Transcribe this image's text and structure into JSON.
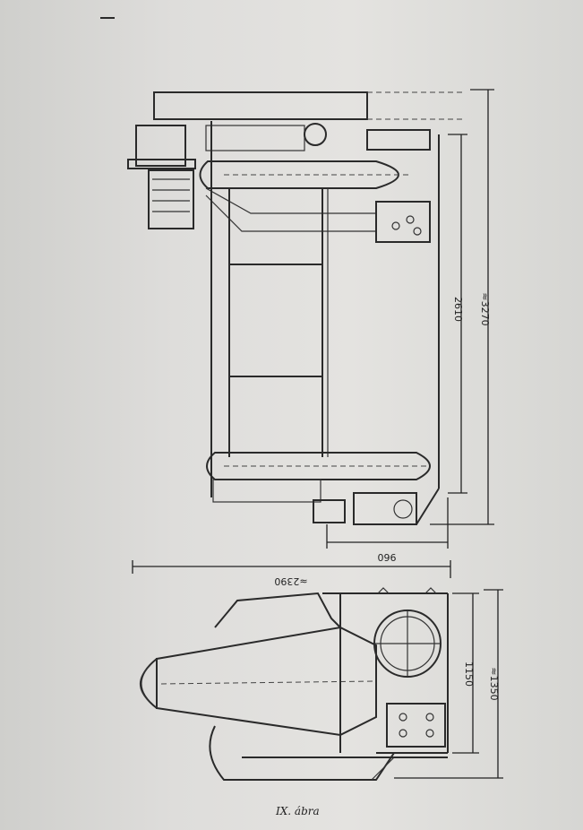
{
  "caption": "IX. ábra",
  "dimensions": {
    "top_view_length": "2610",
    "top_view_overall": "≈3270",
    "top_view_width": "960",
    "side_view_length": "≈2390",
    "side_view_height": "1150",
    "side_view_overall_height": "≈1350"
  }
}
